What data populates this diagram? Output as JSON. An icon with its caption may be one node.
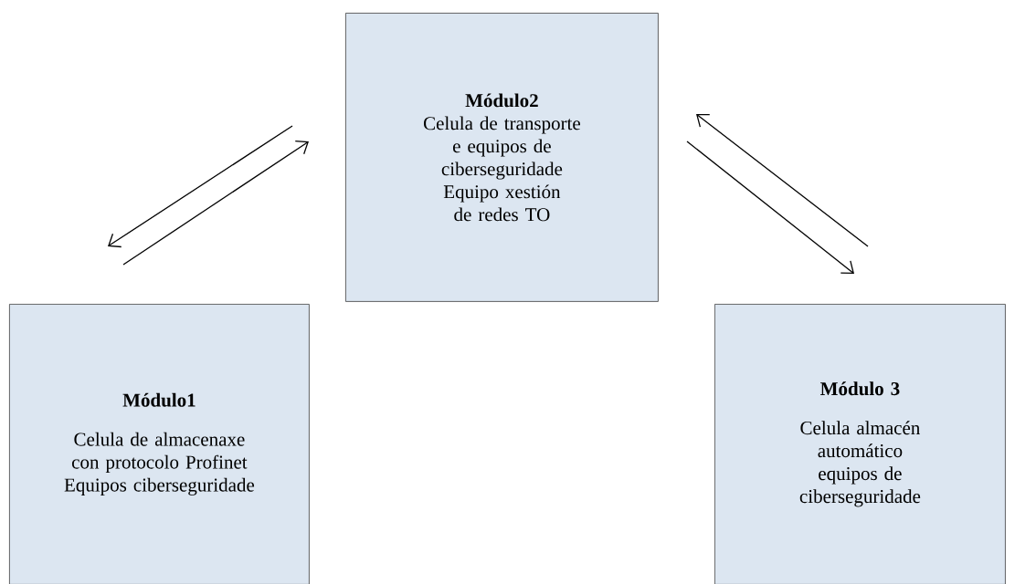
{
  "diagram": {
    "nodes": [
      {
        "text": [
          "Módulo2",
          "Celula de transporte e equipos de ciberseguridade",
          "Equipo xestión de redes TO"
        ]
      },
      {
        "text": [
          "Módulo1",
          "Celula de almacenaxe con protocolo Profinet",
          "Equipos ciberseguridade"
        ]
      },
      {
        "text": [
          "Módulo 3",
          "Celula almacén automático",
          "equipos de ciberseguridade"
        ]
      }
    ],
    "edges": [
      {
        "from": 1,
        "to": 0,
        "arrow": "to"
      },
      {
        "from": 0,
        "to": 1,
        "arrow": "to"
      },
      {
        "from": 2,
        "to": 0,
        "arrow": "to"
      },
      {
        "from": 0,
        "to": 2,
        "arrow": "to"
      }
    ]
  }
}
